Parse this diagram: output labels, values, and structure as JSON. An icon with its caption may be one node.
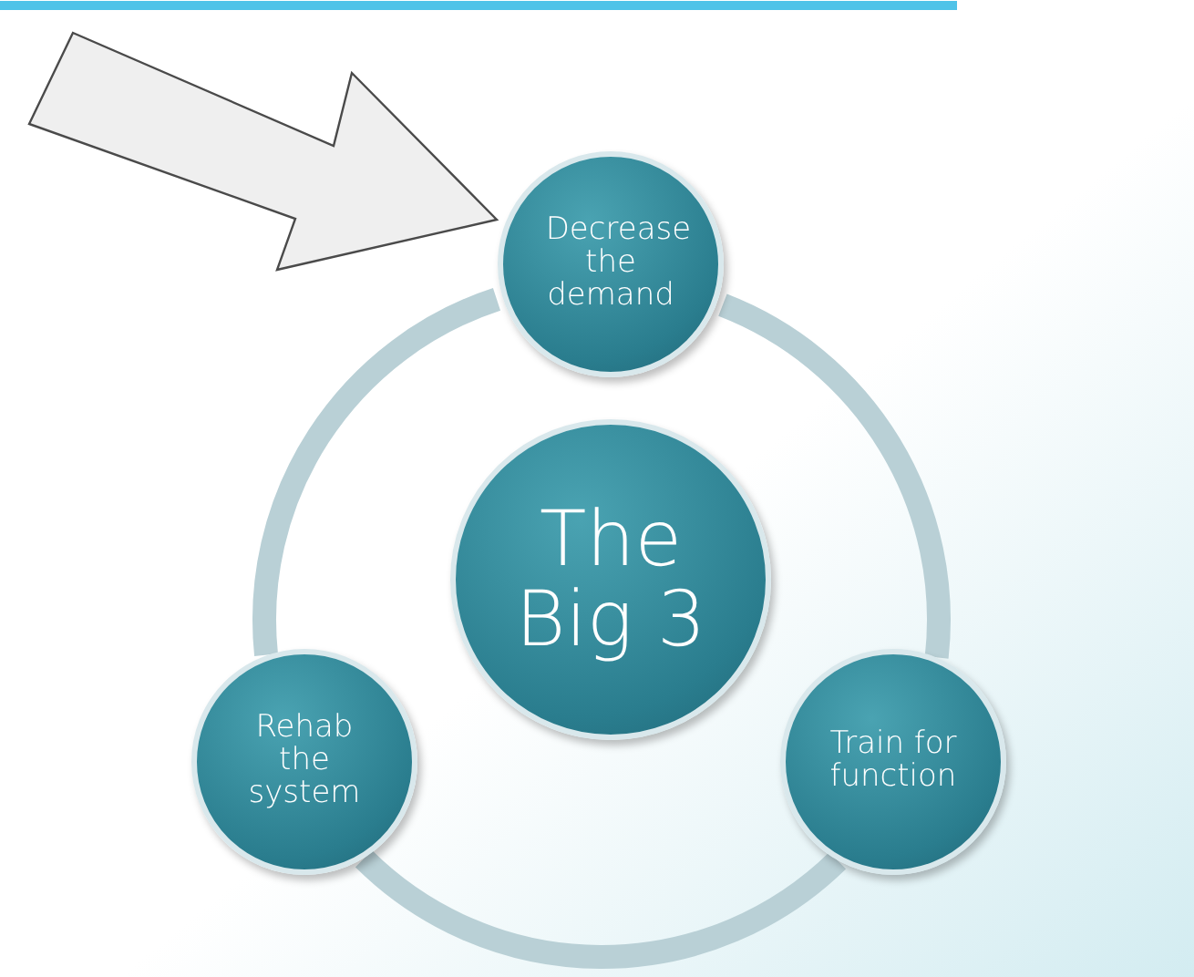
{
  "diagram": {
    "nodes": [
      {
        "text": [
          "Decrease the demand"
        ]
      },
      {
        "text": [
          "The Big 3"
        ]
      },
      {
        "text": [
          "Rehab the system"
        ]
      },
      {
        "text": [
          "Train for function"
        ]
      }
    ],
    "edges": [
      {
        "from": null,
        "to": 0,
        "arrow": "to",
        "color": "#4a4a4a"
      },
      {
        "from": 0,
        "to": 3,
        "arrow": "none"
      },
      {
        "from": 3,
        "to": 2,
        "arrow": "none"
      },
      {
        "from": 2,
        "to": 0,
        "arrow": "none"
      }
    ]
  }
}
